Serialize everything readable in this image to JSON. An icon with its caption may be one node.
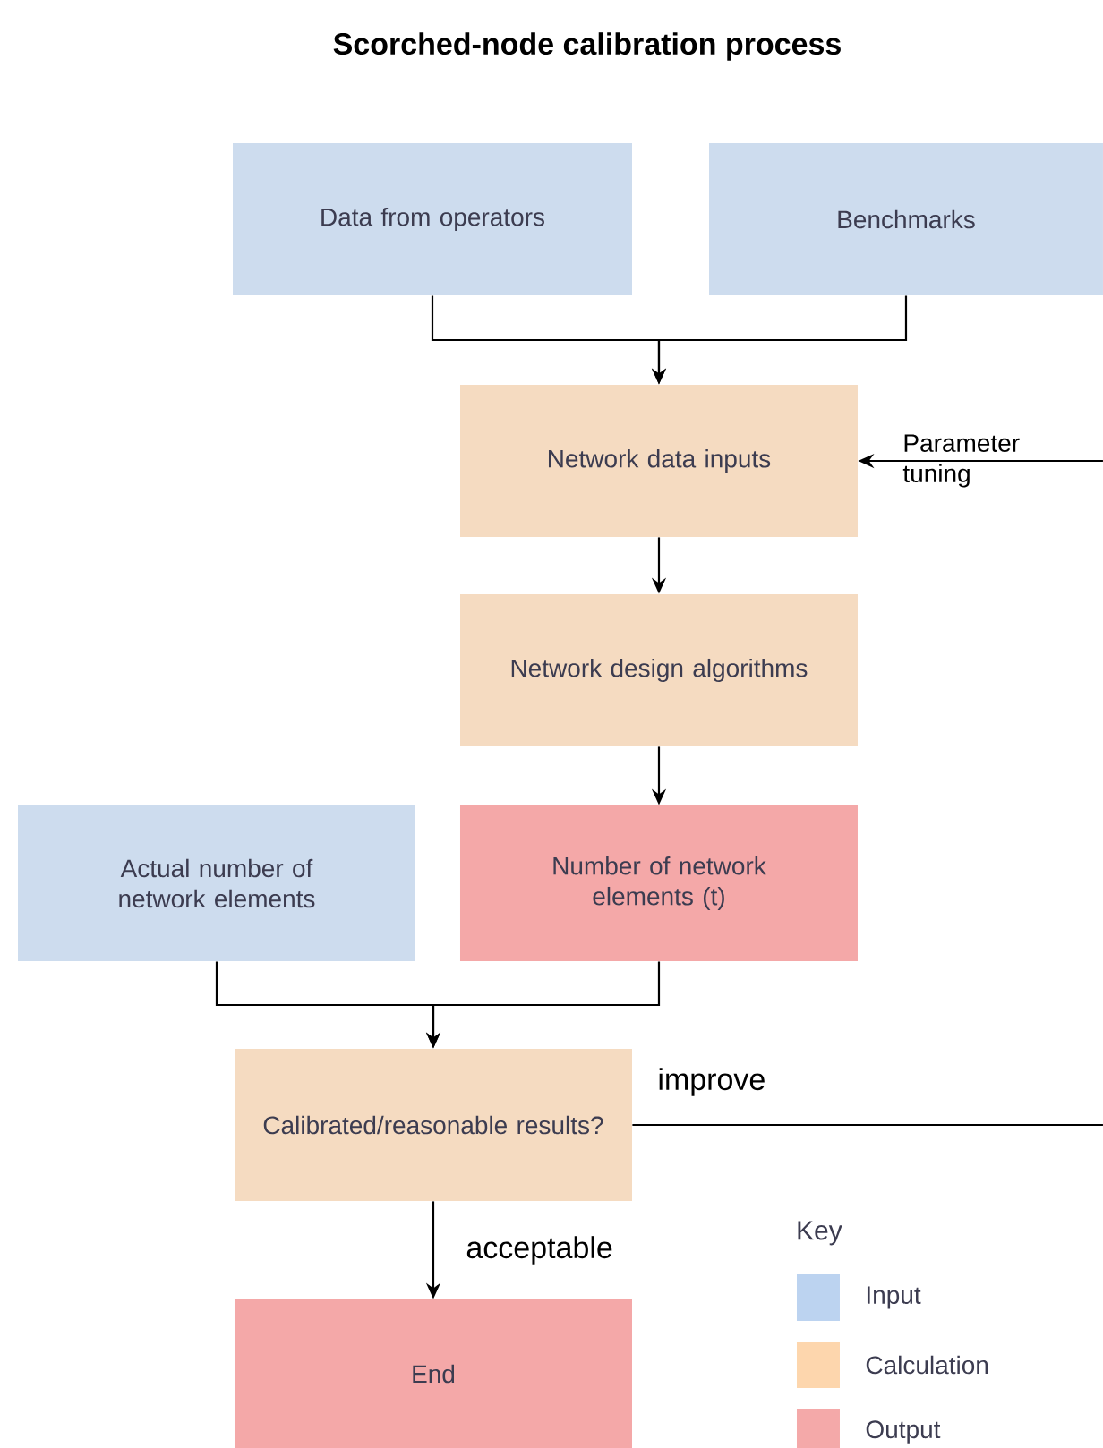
{
  "diagram": {
    "title": "Scorched-node calibration process",
    "nodes": [
      {
        "text": [
          "Data from operators"
        ]
      },
      {
        "text": [
          "Benchmarks"
        ]
      },
      {
        "text": [
          "Network data inputs"
        ]
      },
      {
        "text": [
          "Network design algorithms"
        ]
      },
      {
        "text": [
          "Actual number of network elements"
        ]
      },
      {
        "text": [
          "Number of network elements (t)"
        ]
      },
      {
        "text": [
          "Calibrated/reasonable results?"
        ]
      },
      {
        "text": [
          "End"
        ]
      }
    ],
    "edges": [
      {
        "from": 0,
        "to": 2,
        "arrow": "to"
      },
      {
        "from": 1,
        "to": 2,
        "arrow": "to"
      },
      {
        "from": 2,
        "to": 3,
        "arrow": "to"
      },
      {
        "from": 3,
        "to": 5,
        "arrow": "to"
      },
      {
        "from": 4,
        "to": 6,
        "arrow": "to"
      },
      {
        "from": 5,
        "to": 6,
        "arrow": "to"
      },
      {
        "from": 6,
        "to": null,
        "label": "improve",
        "arrow": "none"
      },
      {
        "from": null,
        "to": 2,
        "label": "Parameter tuning",
        "arrow": "to"
      },
      {
        "from": 6,
        "to": 7,
        "label": "acceptable",
        "arrow": "to"
      }
    ],
    "labels": [
      "Key"
    ],
    "legend": [
      {
        "text": "Input",
        "color": "#bcd3f0"
      },
      {
        "text": "Calculation",
        "color": "#fdd6ad"
      },
      {
        "text": "Output",
        "color": "#f4a9a9"
      }
    ]
  }
}
